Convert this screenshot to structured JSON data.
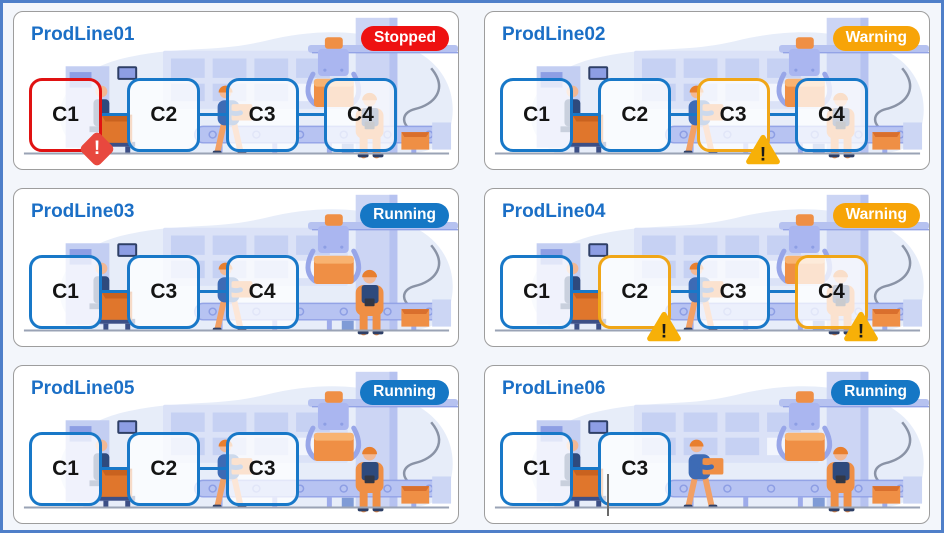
{
  "app": {
    "frame_color": "#4f7fc9",
    "page_background": "#f3f6fb",
    "connector_color": "#1878c8"
  },
  "status_styles": {
    "Stopped": {
      "color": "#ee1111"
    },
    "Warning": {
      "color": "#f7a408"
    },
    "Running": {
      "color": "#1577c5"
    }
  },
  "cell_states": {
    "ok": {
      "border": "#1878c8",
      "mark": "",
      "icon": "none"
    },
    "warning": {
      "border": "#f0a617",
      "mark": "!",
      "icon": "warning-triangle-icon",
      "icon_color": "#f7b008",
      "mark_color": "#1a1a1a"
    },
    "error": {
      "border": "#e01212",
      "mark": "!",
      "icon": "alert-diamond-icon",
      "icon_color": "#e8483e",
      "mark_color": "#ffffff"
    }
  },
  "cards": [
    {
      "title": "ProdLine01",
      "status": "Stopped",
      "cells": [
        {
          "label": "C1",
          "state": "error"
        },
        {
          "label": "C2",
          "state": "ok"
        },
        {
          "label": "C3",
          "state": "ok"
        },
        {
          "label": "C4",
          "state": "ok"
        }
      ]
    },
    {
      "title": "ProdLine02",
      "status": "Warning",
      "cells": [
        {
          "label": "C1",
          "state": "ok"
        },
        {
          "label": "C2",
          "state": "ok"
        },
        {
          "label": "C3",
          "state": "warning"
        },
        {
          "label": "C4",
          "state": "ok"
        }
      ]
    },
    {
      "title": "ProdLine03",
      "status": "Running",
      "cells": [
        {
          "label": "C1",
          "state": "ok"
        },
        {
          "label": "C3",
          "state": "ok"
        },
        {
          "label": "C4",
          "state": "ok"
        }
      ]
    },
    {
      "title": "ProdLine04",
      "status": "Warning",
      "cells": [
        {
          "label": "C1",
          "state": "ok"
        },
        {
          "label": "C2",
          "state": "warning"
        },
        {
          "label": "C3",
          "state": "ok"
        },
        {
          "label": "C4",
          "state": "warning"
        }
      ]
    },
    {
      "title": "ProdLine05",
      "status": "Running",
      "cells": [
        {
          "label": "C1",
          "state": "ok"
        },
        {
          "label": "C2",
          "state": "ok"
        },
        {
          "label": "C3",
          "state": "ok"
        }
      ]
    },
    {
      "title": "ProdLine06",
      "status": "Running",
      "cursor_artifact": true,
      "cells": [
        {
          "label": "C1",
          "state": "ok"
        },
        {
          "label": "C3",
          "state": "ok"
        }
      ]
    }
  ]
}
